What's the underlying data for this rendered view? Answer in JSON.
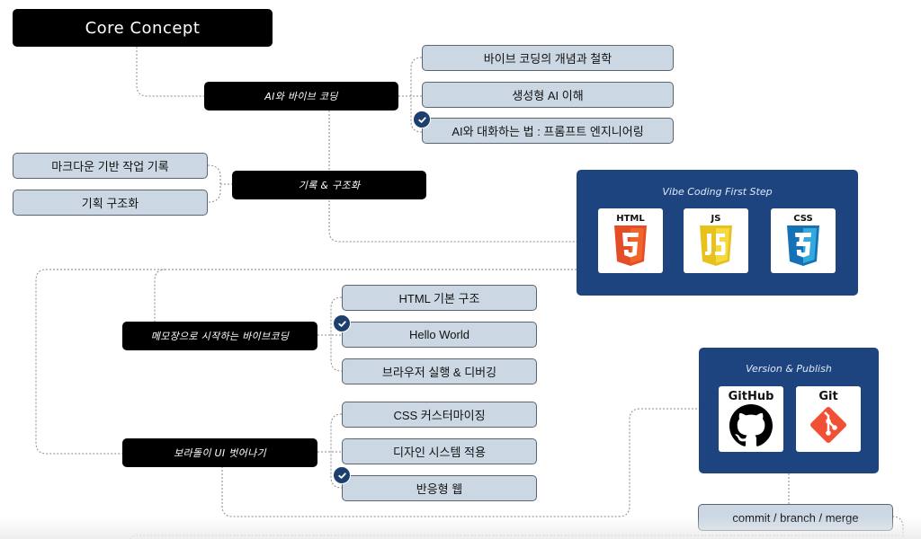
{
  "root": {
    "label": "Core Concept"
  },
  "branches": {
    "ai_vibe": {
      "label": "AI와 바이브 코딩",
      "items": [
        {
          "label": "바이브 코딩의 개념과 철학",
          "checked": false
        },
        {
          "label": "생성형 AI 이해",
          "checked": false
        },
        {
          "label": "AI와 대화하는 법 : 프롬프트 엔지니어링",
          "checked": true
        }
      ]
    },
    "record": {
      "label": "기록 & 구조화",
      "items": [
        {
          "label": "마크다운 기반 작업 기록"
        },
        {
          "label": "기획 구조화"
        }
      ]
    },
    "notepad": {
      "label": "메모장으로 시작하는 바이브코딩",
      "items": [
        {
          "label": "HTML 기본 구조",
          "checked": false
        },
        {
          "label": "Hello World",
          "checked": true
        },
        {
          "label": "브라우저 실행 & 디버깅",
          "checked": false
        }
      ]
    },
    "beyond_ui": {
      "label": "보라돌이 UI 벗어나기",
      "items": [
        {
          "label": "CSS 커스터마이징",
          "checked": false
        },
        {
          "label": "디자인 시스템 적용",
          "checked": false
        },
        {
          "label": "반응형 웹",
          "checked": true
        }
      ]
    }
  },
  "panels": {
    "first_step": {
      "title": "Vibe Coding First Step",
      "tiles": [
        {
          "label": "HTML",
          "icon": "html5-shield-icon",
          "digit": "5",
          "color": "#e44d26"
        },
        {
          "label": "JS",
          "icon": "js-shield-icon",
          "digit": "JS",
          "color": "#f0db4f"
        },
        {
          "label": "CSS",
          "icon": "css3-shield-icon",
          "digit": "3",
          "color": "#2965f1"
        }
      ]
    },
    "version": {
      "title": "Version & Publish",
      "tiles": [
        {
          "label": "GitHub",
          "icon": "github-octocat-icon"
        },
        {
          "label": "Git",
          "icon": "git-logo-icon",
          "color": "#f05033"
        }
      ]
    }
  },
  "version_item": {
    "label": "commit / branch / merge"
  },
  "colors": {
    "dark_node": "#000000",
    "leaf_fill": "#cbd8e4",
    "panel_blue": "#1e4480",
    "check_blue": "#1c3f6e",
    "connector": "#8a8a8a"
  }
}
